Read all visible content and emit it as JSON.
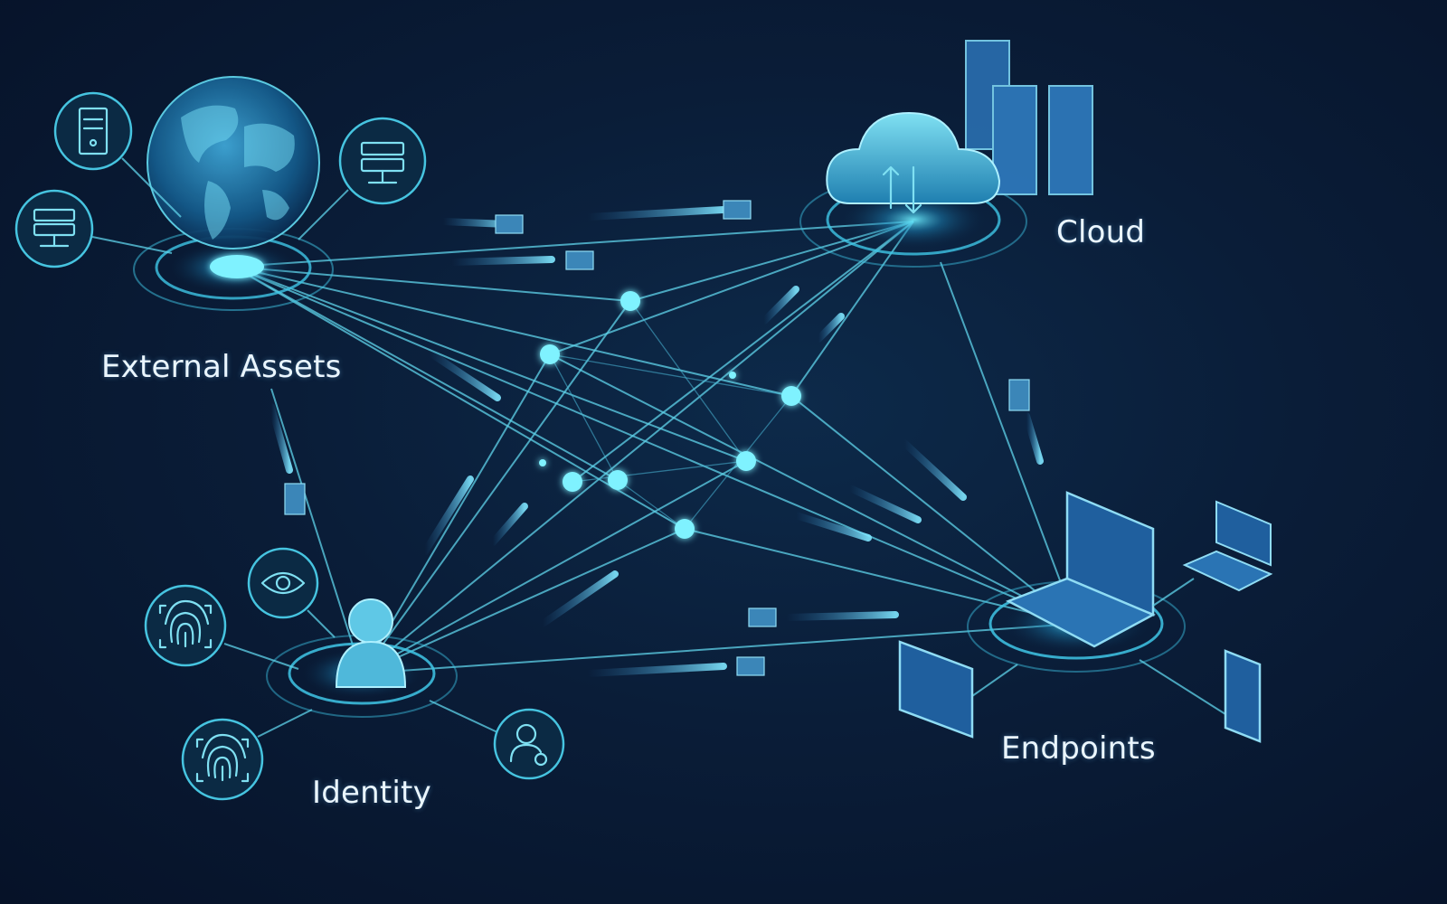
{
  "labels": {
    "external_assets": "External Assets",
    "cloud": "Cloud",
    "identity": "Identity",
    "endpoints": "Endpoints"
  },
  "colors": {
    "background": "#0a1d38",
    "accent": "#5fd3ea",
    "node_glow": "#7ff2ff",
    "label_text": "#eaf6ff"
  },
  "icons": {
    "external_assets": [
      "globe-icon",
      "server-tower-icon",
      "server-rack-icon",
      "server-rack-icon"
    ],
    "cloud": [
      "cloud-icon",
      "server-tower-icon"
    ],
    "identity": [
      "user-icon",
      "eye-icon",
      "fingerprint-icon",
      "fingerprint-icon",
      "user-check-icon"
    ],
    "endpoints": [
      "laptop-icon",
      "laptop-icon",
      "tablet-icon",
      "phone-icon"
    ]
  }
}
